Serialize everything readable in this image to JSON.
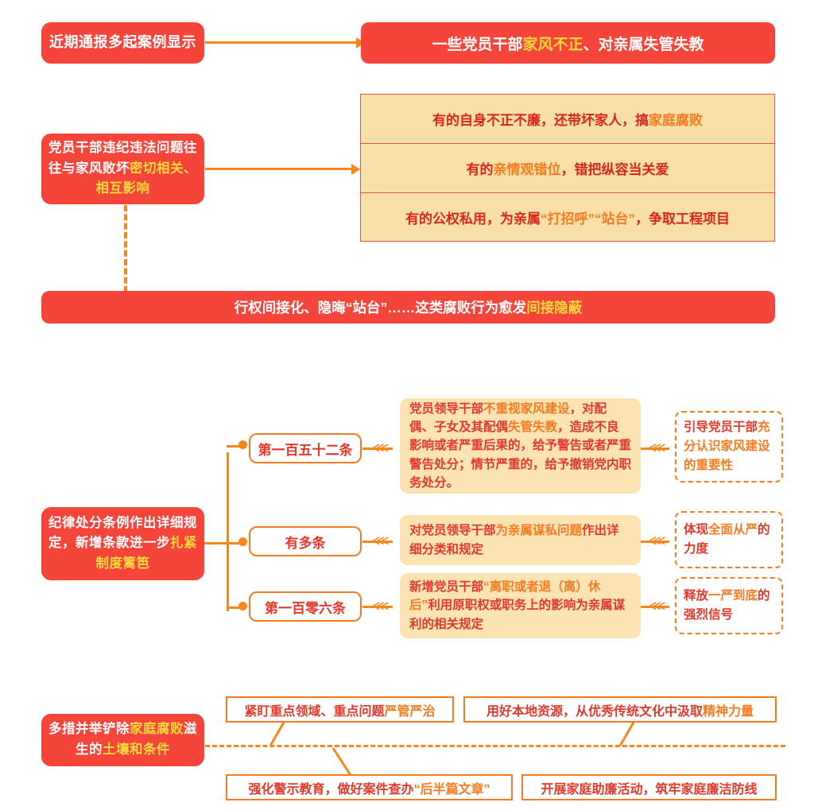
{
  "theme": {
    "red": "#F5453B",
    "orange": "#F7861B",
    "yellow": "#FFD83B",
    "beige": "#F8DFA8",
    "soft_beige": "#FBE3B4",
    "dark_red_text": "#D7271B"
  },
  "section1": {
    "source_label": "近期通报多起案例显示",
    "headline_plain_1": "一些党员干部",
    "headline_highlight": "家风不正",
    "headline_plain_2": "、对亲属失管失教"
  },
  "section2": {
    "left_box": {
      "plain_1": "党员干部违纪违法问题往往与家风败坏",
      "highlight": "密切相关、相互影响"
    },
    "rows": [
      {
        "plain_1": "有的自身不正不廉，还带坏家人，搞",
        "highlight": "家庭腐败",
        "plain_2": ""
      },
      {
        "plain_1": "有的",
        "highlight": "亲情观错位",
        "plain_2": "，错把纵容当关爱"
      },
      {
        "plain_1": "有的公权私用，为亲属",
        "highlight": "“打招呼”“站台”",
        "plain_2": "，争取工程项目"
      }
    ],
    "banner": {
      "plain_1": "行权间接化、隐晦“站台”……这类腐败行为愈发",
      "highlight": "间接隐蔽"
    }
  },
  "section3": {
    "left_box": {
      "plain_1": "纪律处分条例作出详细规定，新增条款进一步",
      "highlight": "扎紧制度篱笆"
    },
    "branches": [
      {
        "pill_label": "第一百五十二条",
        "content": {
          "plain_1": "党员领导干部",
          "highlight_1": "不重视家风建设",
          "plain_2": "，对配偶、子女及其配偶",
          "highlight_2": "失管失教",
          "plain_3": "，造成不良影响或者严重后果的，给予警告或者严重警告处分；情节严重的，给予撤销党内职务处分。"
        },
        "outcome": {
          "plain_1": "引导党员干部",
          "highlight": "充分认识家风建设的重要性",
          "plain_2": ""
        }
      },
      {
        "pill_label": "有多条",
        "content": {
          "plain_1": "对党员领导干部",
          "highlight_1": "为亲属谋私问题",
          "plain_2": "作出详细分类和规定",
          "highlight_2": "",
          "plain_3": ""
        },
        "outcome": {
          "plain_1": "体现",
          "highlight": "全面从严",
          "plain_2": "的力度"
        }
      },
      {
        "pill_label": "第一百零六条",
        "content": {
          "plain_1": "新增党员干部",
          "highlight_1": "“离职或者退（离）休后”",
          "plain_2": "利用原职权或职务上的影响为亲属谋利的相关规定",
          "highlight_2": "",
          "plain_3": ""
        },
        "outcome": {
          "plain_1": "释放",
          "highlight": "一严到底",
          "plain_2": "的强烈信号"
        }
      }
    ]
  },
  "section4": {
    "left_box": {
      "plain_1": "多措并举铲除",
      "highlight_1": "家庭腐败",
      "plain_2": "滋生的",
      "highlight_2": "土壤和条件",
      "plain_3": ""
    },
    "measures": [
      {
        "plain_1": "紧盯重点领域、重点问题",
        "highlight": "严管严治",
        "plain_2": ""
      },
      {
        "plain_1": "用好本地资源，从优秀传统文化中汲取",
        "highlight": "精神力量",
        "plain_2": ""
      },
      {
        "plain_1": "强化警示教育，做好案件查办",
        "highlight": "“后半篇文章”",
        "plain_2": ""
      },
      {
        "plain_1": "开展家庭助廉活动，筑牢家庭廉洁防线",
        "highlight": "",
        "plain_2": ""
      }
    ]
  },
  "icons": {
    "arrow_right": "arrow-right-icon",
    "chevron_left_triple": "chevron-left-triple-icon",
    "node_dot": "node-dot-icon"
  }
}
